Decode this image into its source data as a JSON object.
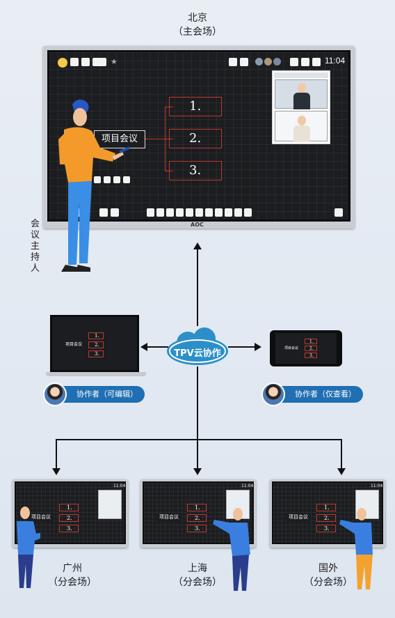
{
  "main_site": {
    "city": "北京",
    "role": "（主会场）"
  },
  "main_screen": {
    "clock": "11:04",
    "brand": "AOC",
    "topic": "项目会议",
    "items": [
      "1.",
      "2.",
      "3."
    ]
  },
  "host_label": "会议主持人",
  "cloud_label": "TPV云协作",
  "collaborators": [
    {
      "label": "协作者（可编辑）"
    },
    {
      "label": "协作者（仅查看）"
    }
  ],
  "device_topic": "项目会议",
  "device_items": [
    "1.",
    "2.",
    "3."
  ],
  "branches": [
    {
      "city": "广州",
      "role": "（分会场）"
    },
    {
      "city": "上海",
      "role": "（分会场）"
    },
    {
      "city": "国外",
      "role": "（分会场）"
    }
  ],
  "colors": {
    "accent_blue": "#1f6fb2",
    "cloud_blue": "#2c8fc9",
    "red_frame": "#c0392b",
    "host_shirt": "#f39a2b"
  },
  "icons": [
    "cloud-icon",
    "arrow-icon",
    "laptop-icon",
    "phone-icon",
    "avatar-icon"
  ]
}
